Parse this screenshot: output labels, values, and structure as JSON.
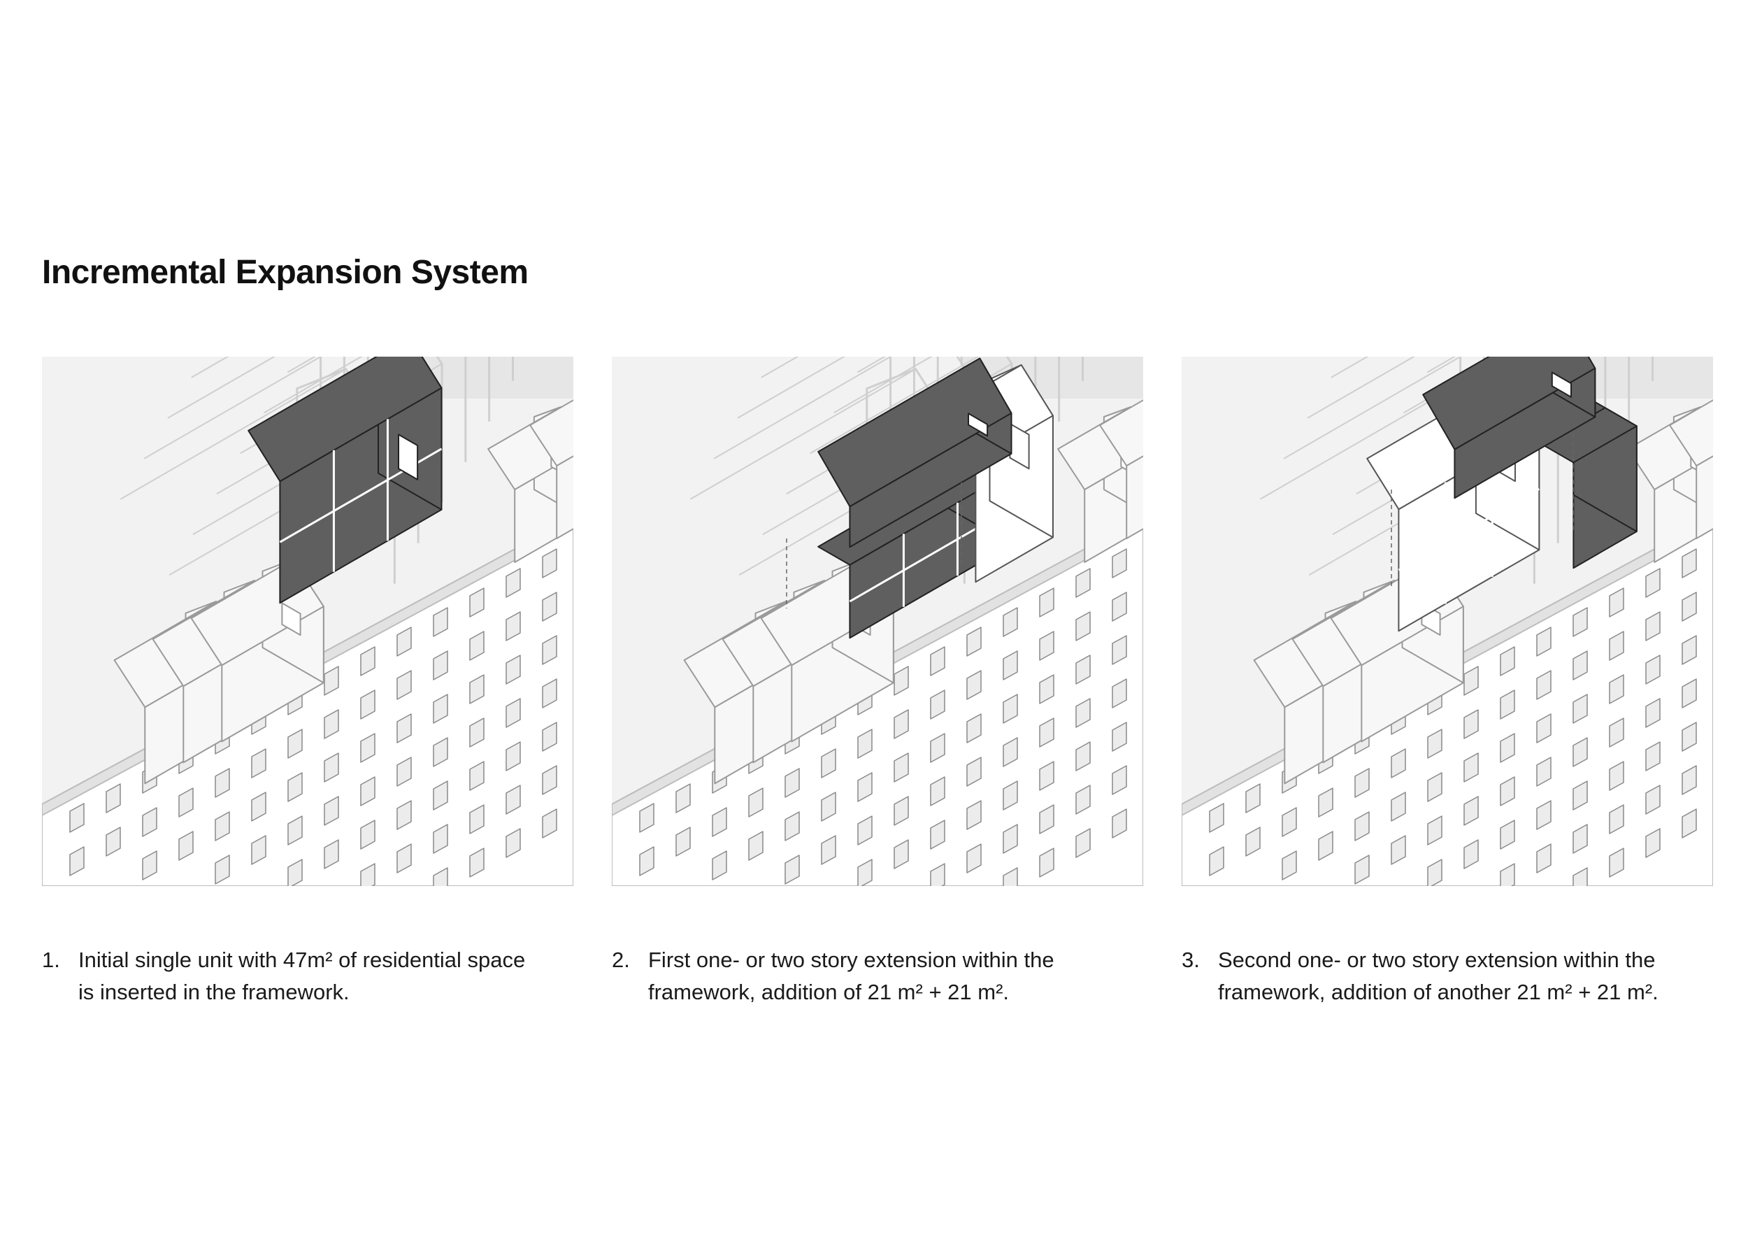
{
  "title": "Incremental Expansion System",
  "steps": [
    {
      "number": "1.",
      "line1": "Initial single unit with 47m² of residential space",
      "line2": "is inserted in the framework."
    },
    {
      "number": "2.",
      "line1": "First one- or two story extension within the",
      "line2": "framework, addition of 21 m² + 21 m²."
    },
    {
      "number": "3.",
      "line1": "Second one- or two story extension within the",
      "line2": "framework, addition of another 21 m² + 21 m²."
    }
  ],
  "colors": {
    "unit": "#5f5f5f",
    "extension": "#ffffff",
    "frame": "#cfcfcf",
    "background": "#f2f2f2"
  }
}
